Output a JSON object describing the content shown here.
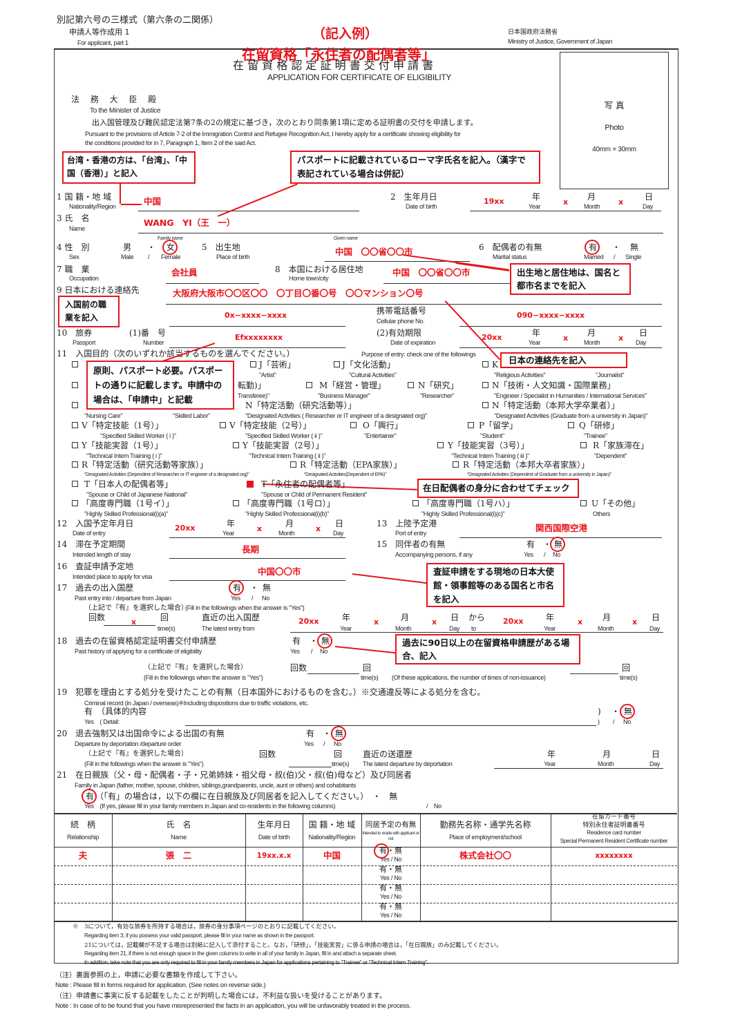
{
  "header": {
    "form_no": "別記第六号の三様式（第六条の二関係）",
    "part_jp": "申請人等作成用 1",
    "part_en": "For applicant, part 1",
    "example": "（記入例）",
    "ministry_jp": "日本国政府法務省",
    "ministry_en": "Ministry of Justice, Government of Japan",
    "status_label": "在留資格「永住者の配偶者等」",
    "title_jp": "在 留 資 格 認 定 証 明 書 交 付 申 請 書",
    "title_en": "APPLICATION FOR CERTIFICATE OF ELIGIBILITY",
    "to_jp": "法　 務　 大　 臣　 殿",
    "to_en": "To the Minister of Justice",
    "intro_jp": "出入国管理及び難民認定法第7条の2の規定に基づき，次のとおり同条第1項に定める証明書の交付を申請します。",
    "intro_en1": "Pursuant to the provisions of Article 7-2 of the Immigration Control and Refugee Recognition Act, I hereby apply for a certificate showing eligibility for",
    "intro_en2": "the conditions provided for in 7, Paragraph 1, Item 2 of the said Act."
  },
  "photo": {
    "jp": "写 真",
    "en": "Photo",
    "size": "40mm × 30mm"
  },
  "annotations": {
    "a1": "台湾・香港の方は、「台湾」、「中国（香港）」と記入",
    "a2": "パスポートに記載されているローマ字氏名を記入。（漢字で表記されている場合は併記）",
    "a3": "出生地と居住地は、国名と都市名までを記入",
    "a4": "入国前の職業を記入",
    "a5": "日本の連絡先を記入",
    "a6": "原則、パスポート必要。パスポートの通りに記載します。申請中の場合は、「申請中」と記載",
    "a7": "在日配偶者の身分に合わせてチェック",
    "a8": "査証申請をする現地の日本大使館・領事館等のある国名と市名を記入",
    "a9": "過去に90日以上の在留資格申請歴がある場合、記入"
  },
  "units": {
    "year_jp": "年",
    "year_en": "Year",
    "month_jp": "月",
    "month_en": "Month",
    "day_jp": "日",
    "day_en": "Day",
    "x": "x",
    "yes": "有",
    "no": "無",
    "dot": "・",
    "slash": "/",
    "yes_en": "Yes",
    "no_en": "No",
    "times_jp": "回",
    "times_en": "time(s)",
    "count_jp": "回数",
    "paren": ")",
    "from_jp": "から",
    "to_en": "to",
    "if_yes_jp": "（上記で『有』を選択した場合）",
    "if_yes_en": "(Fill in the followings when the answer is \"Yes\")"
  },
  "f1": {
    "label": "1 国 籍・地 域",
    "en": "Nationality/Region",
    "value": "中国"
  },
  "f2": {
    "label": "2　生年月日",
    "en": "Date of birth",
    "year": "19xx"
  },
  "f3": {
    "label": "3 氏　名",
    "en": "Name",
    "value": "WANG　YI（王　一）",
    "family": "Family name",
    "given": "Given name"
  },
  "f4": {
    "label": "4 性　別",
    "en": "Sex",
    "male": "男",
    "male_en": "Male",
    "female": "女",
    "female_en": "Female"
  },
  "f5": {
    "label": "5　出生地",
    "en": "Place of birth",
    "value": "中国　〇〇省〇〇市"
  },
  "f6": {
    "label": "6　配偶者の有無",
    "en": "Marital status",
    "married_en": "Married",
    "single_en": "Single"
  },
  "f7": {
    "label": "7 職　業",
    "en": "Occupation",
    "value": "会社員"
  },
  "f8": {
    "label": "8　本国における居住地",
    "en": "Home town/city",
    "value": "中国　〇〇省〇〇市"
  },
  "f9": {
    "label": "9 日本における連絡先",
    "value": "大阪府大阪市〇〇区〇〇　〇丁目〇番〇号　〇〇マンション〇号",
    "tel_value": "0x−xxxx−xxxx",
    "mobile_label": "携帯電話番号",
    "mobile_en": "Cellular phone No.",
    "mobile_value": "090−xxxx−xxxx"
  },
  "f10": {
    "label": "10　旅券",
    "en": "Passport",
    "num_label": "(1)番　号",
    "num_en": "Number",
    "num_value": "Efxxxxxxxx",
    "exp_label": "(2)有効期限",
    "exp_en": "Date of expiration",
    "exp_year": "20xx"
  },
  "f11": {
    "label": "11　入国目的（次のいずれか該当するものを選んでください。）",
    "en": "Purpose of entry: check one of the followings",
    "options": [
      {
        "jp": "J「芸術」",
        "en": "\"Artist\""
      },
      {
        "jp": "J「文化活動」",
        "en": "\"Cultural Activities\""
      },
      {
        "jp": "K",
        "en": "\"Religious Activities\""
      },
      {
        "jp": "",
        "en": "\"Journalist\""
      },
      {
        "jp": "転勤)」",
        "en": "Transferee)\""
      },
      {
        "jp": "M「経営・管理」",
        "en": "\"Business Manager\""
      },
      {
        "jp": "N「研究」",
        "en": "\"Researcher\""
      },
      {
        "jp": "N「技術・人文知識・国際業務」",
        "en": "\"Engineer / Specialist in Humanities / International Services\""
      },
      {
        "jp": "",
        "en": "\"Nursing Care\""
      },
      {
        "jp": "",
        "en": "\"Skilled Labor\""
      },
      {
        "jp": "N「特定活動（研究活動等）」",
        "en": "\"Designated Activities ( Researcher or IT engineer of a designated org)\""
      },
      {
        "jp": "N「特定活動（本邦大学卒業者）」",
        "en": "\"Designated Activities (Graduate from a university in Japan)\""
      },
      {
        "jp": "V「特定技能（1号）」",
        "en": "\"Specified Skilled Worker ( i )\""
      },
      {
        "jp": "V「特定技能（2号）」",
        "en": "\"Specified Skilled Worker ( ii )\""
      },
      {
        "jp": "O「興行」",
        "en": "\"Entertainer\""
      },
      {
        "jp": "P「留学」",
        "en": "\"Student\""
      },
      {
        "jp": "Q「研修」",
        "en": "\"Trainee\""
      },
      {
        "jp": "Y「技能実習（1号）」",
        "en": "\"Technical Intern Training ( i )\""
      },
      {
        "jp": "Y「技能実習（2号）」",
        "en": "\"Technical Intern Training ( ii )\""
      },
      {
        "jp": "Y「技能実習（3号）」",
        "en": "\"Technical Intern Training ( iii )\""
      },
      {
        "jp": "R「家族滞在」",
        "en": "\"Dependent\""
      },
      {
        "jp": "R「特定活動（研究活動等家族）」",
        "en": "\"Designated Activities (Dependent of Researcher or IT engineer of a designated org)\""
      },
      {
        "jp": "R「特定活動（EPA家族）」",
        "en": "\"Designated Activities(Dependent of EPA)\""
      },
      {
        "jp": "R「特定活動（本邦大卒者家族）」",
        "en": "\"Designated Activities (Dependent of Graduate from a university in Japan)\""
      },
      {
        "jp": "T「日本人の配偶者等」",
        "en": "\"Spouse or Child of Japanese National\""
      },
      {
        "jp": "T「永住者の配偶者等」",
        "en": "\"Spouse or Child of Permanent Resident\"",
        "checked": true
      },
      {
        "jp": "「高度専門職（1号イ）」",
        "en": "\"Highly Skilled Professional(i)(a)\""
      },
      {
        "jp": "「高度専門職（1号ロ）」",
        "en": "\"Highly Skilled Professional(i)(b)\""
      },
      {
        "jp": "「高度専門職（1号ハ）」",
        "en": "\"Highly Skilled Professional(i)(c)\""
      },
      {
        "jp": "U「その他」",
        "en": "Others"
      }
    ]
  },
  "f12": {
    "label": "12　入国予定年月日",
    "en": "Date of entry",
    "year": "20xx"
  },
  "f13": {
    "label": "13　上陸予定港",
    "en": "Port of entry",
    "value": "関西国際空港"
  },
  "f14": {
    "label": "14　滞在予定期間",
    "en": "Intended length of stay",
    "value": "長期"
  },
  "f15": {
    "label": "15　同伴者の有無",
    "en": "Accompanying persons, if any"
  },
  "f16": {
    "label": "16　査証申請予定地",
    "en": "Intended place to apply for visa",
    "value": "中国〇〇市"
  },
  "f17": {
    "label": "17　過去の出入国歴",
    "en": "Past entry into / departure from Japan",
    "latest_jp": "直近の出入国歴",
    "latest_en": "The latest entry from",
    "from_year": "20xx",
    "to_year": "20xx"
  },
  "f18": {
    "label": "18　過去の在留資格認定証明書交付申請歴",
    "en": "Past history of applying for a certificate of eligibility",
    "nonissue_en": "(Of these applications, the number of times of non-issuance)"
  },
  "f19": {
    "label": "19　犯罪を理由とする処分を受けたことの有無（日本国外におけるものを含む。）※交通違反等による処分を含む。",
    "en": "Criminal record (in Japan / overseas)※Including dispositions due to traffic violations, etc.",
    "yes_detail_jp": "有　（具体的内容",
    "yes_detail_en": "Yes　( Detail:"
  },
  "f20": {
    "label": "20　退去強制又は出国命令による出国の有無",
    "en": "Departure by deportation /departure order",
    "latest_jp": "直近の送還歴",
    "latest_en": "The latest departure by deportation"
  },
  "f21": {
    "label": "21　在日親族（父・母・配偶者・子・兄弟姉妹・祖父母・叔(伯)父・叔(伯)母など）及び同居者",
    "en": "Family in Japan (father, mother, spouse, children, siblings,grandparents, uncle, aunt or others) and cohabitants",
    "yes_line_jp": "（「有」の場合は，以下の欄に在日親族及び同居者を記入してください。）　・　無",
    "yes_line_en": "Yes　(If yes, please fill in your family members in Japan and co-residents in the following columns)",
    "no_en": "/　No"
  },
  "family_table": {
    "headers": [
      {
        "jp": "続　柄",
        "en": "Relationship"
      },
      {
        "jp": "氏　名",
        "en": "Name"
      },
      {
        "jp": "生年月日",
        "en": "Date of birth"
      },
      {
        "jp": "国 籍・地 域",
        "en": "Nationality/Region"
      },
      {
        "jp": "同居予定の有無",
        "en": "Intended to reside with applicant or not"
      },
      {
        "jp": "勤務先名称・通学先名称",
        "en": "Place of employment/school"
      },
      {
        "jp": "在留カード番号",
        "jp2": "特別永住者証明書番号",
        "en": "Residence card number",
        "en2": "Special Permanent Resident Certificate number"
      }
    ],
    "rows": [
      {
        "relationship": "夫",
        "name": "張　二",
        "dob": "19xx.x.x",
        "nationality": "中国",
        "reside": "有・無",
        "reside_en": "Yes / No",
        "employer": "株式会社〇〇",
        "card": "xxxxxxxx"
      },
      {
        "reside": "有・無",
        "reside_en": "Yes / No"
      },
      {
        "reside": "有・無",
        "reside_en": "Yes / No"
      },
      {
        "reside": "有・無",
        "reside_en": "Yes / No"
      }
    ]
  },
  "notes_box": [
    "※　3について，有効な旅券を所持する場合は，旅券の身分事項ページのとおりに記載してください。",
    "Regarding item 3, if you possess your valid passport, please fill in your name as shown in the passport.",
    "21については，記載欄が不足する場合は別紙に記入して添付すること。なお，「研修」，「技能実習」に係る申請の場合は，「在日親族」のみ記載してください。",
    "Regarding item 21, if there is not enough space in the given columns to write in all of your family in Japan, fill in and attach a separate sheet.",
    "In addition, take note that you are only required to fill in your family members in Japan for applications pertaining to \"Trainee\" or \"Technical Intern Training\"."
  ],
  "footer": [
    "（注）裏面参照の上，申請に必要な書類を作成して下さい。",
    "Note : Please fill in forms required for application. (See notes on reverse side.)",
    "（注）申請書に事実に反する記載をしたことが判明した場合には，不利益な扱いを受けることがあります。",
    "Note : In case of to be found that you have misrepresented the facts in an application, you will be unfavorably treated in the process."
  ],
  "colors": {
    "accent": "#e8141b"
  }
}
